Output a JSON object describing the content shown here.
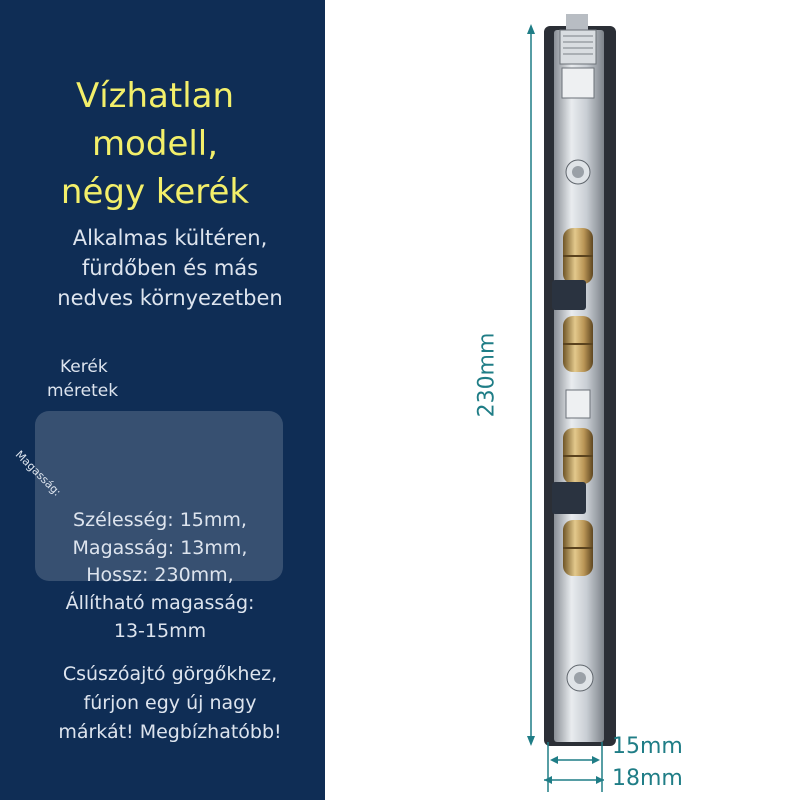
{
  "headline": {
    "line1": "Vízhatlan",
    "line2": "modell,",
    "line3": "négy kerék"
  },
  "subtitle": {
    "line1": "Alkalmas kültéren,",
    "line2": "fürdőben és más",
    "line3": "nedves környezetben"
  },
  "wheel_label": {
    "line1": "Kerék",
    "line2": "méretek"
  },
  "rotated_label": "Magasság:",
  "specs": {
    "width": "Szélesség: 15mm,",
    "height": "Magasság: 13mm,",
    "length": "Hossz: 230mm,",
    "adjustable": "Állítható magasság:",
    "adjustable_range": "13-15mm"
  },
  "cta": {
    "line1": "Csúszóajtó görgőkhez,",
    "line2": "fúrjon egy új nagy",
    "line3": "márkát! Megbízhatóbb!"
  },
  "dimensions": {
    "length": "230mm",
    "inner_width": "15mm",
    "outer_width": "18mm"
  },
  "colors": {
    "panel": "#0f2d55",
    "headline": "#f3ef6a",
    "text": "#dde4ee",
    "dimension": "#1f7d86"
  }
}
